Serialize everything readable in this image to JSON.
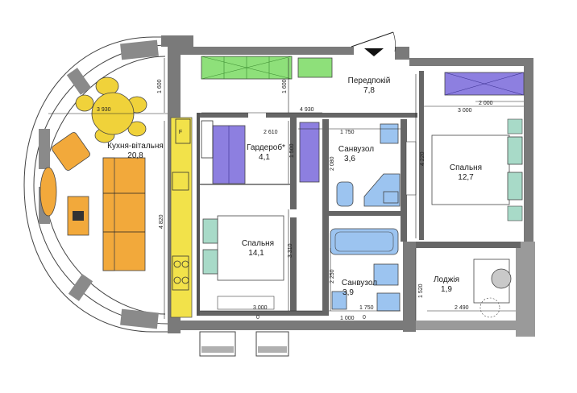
{
  "rooms": {
    "kitchen": {
      "name": "Кухня-вітальня",
      "area": "20,8"
    },
    "wardrobe": {
      "name": "Гардероб*",
      "area": "4,1"
    },
    "hall": {
      "name": "Передпокій",
      "area": "7,8"
    },
    "bath1": {
      "name": "Санвузол",
      "area": "3,6"
    },
    "bath2": {
      "name": "Санвузол",
      "area": "3,9"
    },
    "bedroom1": {
      "name": "Спальня",
      "area": "14,1"
    },
    "bedroom2": {
      "name": "Спальня",
      "area": "12,7"
    },
    "loggia": {
      "name": "Лоджія",
      "area": "1,9"
    }
  },
  "dimensions": {
    "d3930": "3 930",
    "d1600a": "1 600",
    "d1600b": "1 600",
    "d4930": "4 930",
    "d2610": "2 610",
    "d1750a": "1 750",
    "d2000": "2 000",
    "d3000a": "3 000",
    "d4220": "4 220",
    "d1500": "1 500",
    "d2080": "2 080",
    "d4820": "4 820",
    "d3310": "3 310",
    "d2250": "2 250",
    "d3000b": "3 000",
    "d1750b": "1 750",
    "d1520": "1 520",
    "d2490": "2 490",
    "d1000": "1 000",
    "d0a": "0",
    "d0b": "0"
  },
  "fixtures": {
    "fridge_label": "F"
  },
  "colors": {
    "wall": "#7a7a7a",
    "kitchen_counter": "#f2e24a",
    "sofa": "#f2a93b",
    "chair": "#f0d23a",
    "storage_green": "#8ee07a",
    "wardrobe_purple": "#8d7fe0",
    "bath_blue": "#9cc4f0",
    "bed_teal": "#a8dac8"
  }
}
